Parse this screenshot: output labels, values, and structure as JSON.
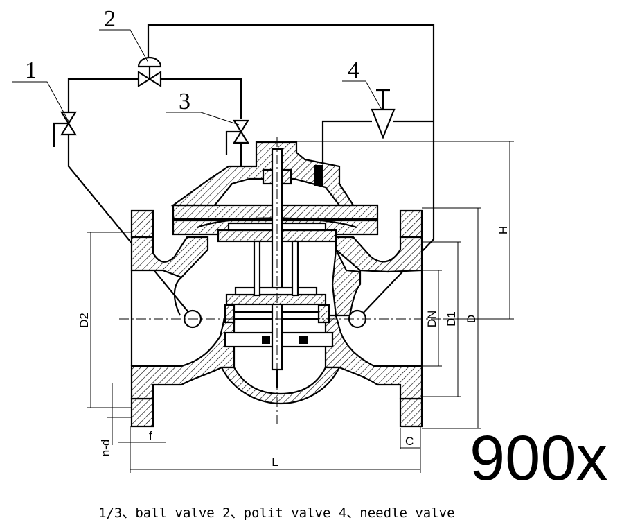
{
  "callouts": {
    "c1": "1",
    "c2": "2",
    "c3": "3",
    "c4": "4"
  },
  "dimensions": {
    "H": "H",
    "D": "D",
    "D1": "D1",
    "DN": "DN",
    "D2": "D2",
    "L": "L",
    "f": "f",
    "C": "C",
    "nd": "n-d"
  },
  "model": "900x",
  "caption": "1/3、ball valve 2、polit valve  4、needle valve",
  "colors": {
    "line": "#000000",
    "background": "#ffffff"
  }
}
